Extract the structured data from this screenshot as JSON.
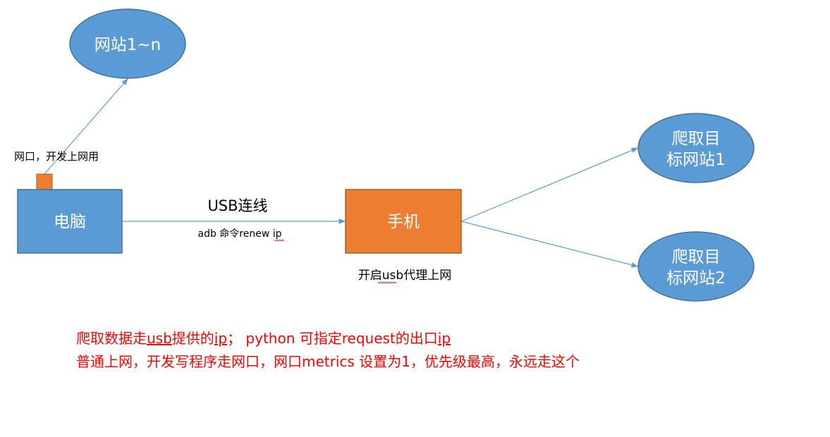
{
  "nodes": {
    "website_1n": {
      "label": "网站1~n"
    },
    "computer": {
      "label": "电脑"
    },
    "phone": {
      "label": "手机"
    },
    "target_1": {
      "line1": "爬取目",
      "line2": "标网站1"
    },
    "target_2": {
      "line1": "爬取目",
      "line2": "标网站2"
    }
  },
  "labels": {
    "network_port": "网口，开发上网用",
    "usb_cable": "USB连线",
    "adb_command": "adb 命令renew ip",
    "usb_proxy": "开启usb代理上网"
  },
  "notes": {
    "line1": {
      "part1": "爬取数据走",
      "part2": "usb",
      "part3": "提供的",
      "part4": "ip",
      "part5": "；  python 可指定request的出口",
      "part6": "ip"
    },
    "line2": "普通上网，开发写程序走网口，网口metrics 设置为1，优先级最高，永远走这个"
  },
  "colors": {
    "blue_fill": "#5b9bd5",
    "blue_stroke": "#41719c",
    "orange_fill": "#ed7d31",
    "orange_stroke": "#ae5a21",
    "note_red": "#ff0000"
  }
}
